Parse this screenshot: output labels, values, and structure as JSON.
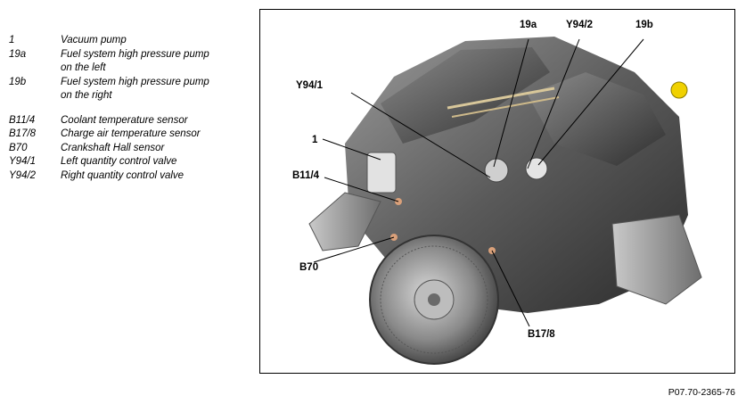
{
  "legend": [
    {
      "code": "1",
      "desc": "Vacuum pump"
    },
    {
      "code": "19a",
      "desc": "Fuel system high pressure pump on the left"
    },
    {
      "code": "19b",
      "desc": "Fuel system high pressure pump on the right"
    },
    {
      "code": "B11/4",
      "desc": "Coolant temperature sensor"
    },
    {
      "code": "B17/8",
      "desc": "Charge air temperature sensor"
    },
    {
      "code": "B70",
      "desc": "Crankshaft Hall sensor"
    },
    {
      "code": "Y94/1",
      "desc": "Left quantity control valve"
    },
    {
      "code": "Y94/2",
      "desc": "Right quantity control valve"
    }
  ],
  "callouts": {
    "c19a": "19a",
    "cY942": "Y94/2",
    "c19b": "19b",
    "cY941": "Y94/1",
    "c1": "1",
    "cB114": "B11/4",
    "cB70": "B70",
    "cB178": "B17/8"
  },
  "figure_ref": "P07.70-2365-76"
}
